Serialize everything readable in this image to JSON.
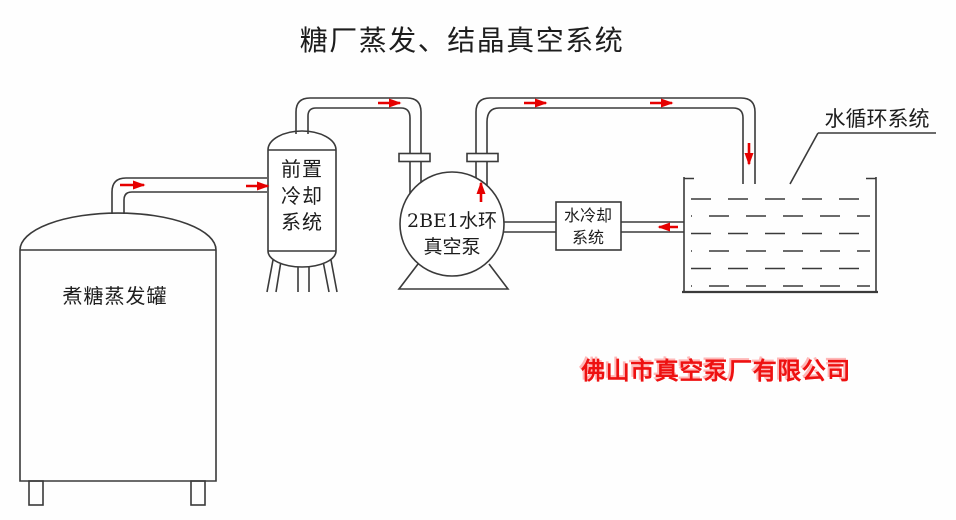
{
  "title": "糖厂蒸发、结晶真空系统",
  "colors": {
    "line": "#3a3a3a",
    "label": "#1d1d1d",
    "arrow": "#e60000",
    "company": "#ee1111",
    "background": "#ffffff"
  },
  "diagram": {
    "evaporator": {
      "label": "煮糖蒸发罐"
    },
    "precooler": {
      "lines": [
        "前置",
        "冷却",
        "系统"
      ]
    },
    "pump": {
      "lines": [
        "2BE1水环",
        "真空泵"
      ]
    },
    "water_cooler": {
      "lines": [
        "水冷却",
        "系统"
      ]
    },
    "water_tank": {
      "label": "水循环系统"
    },
    "company": {
      "label": "佛山市真空泵厂有限公司"
    }
  }
}
